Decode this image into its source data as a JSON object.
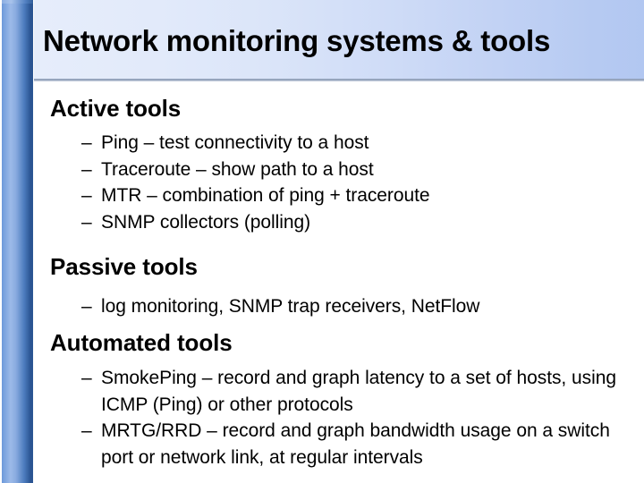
{
  "slide": {
    "title": "Network monitoring systems & tools",
    "accent_colors": {
      "bar_light": "#9cbae8",
      "bar_mid": "#6d99da",
      "bar_dark": "#2a5491",
      "banner_left": "#e6edfb",
      "banner_right": "#b2c7f1",
      "text": "#000000"
    },
    "sections": [
      {
        "heading": "Active tools",
        "bullet_glyph": "–",
        "items": [
          "Ping – test connectivity to a host",
          "Traceroute – show path to a host",
          "MTR – combination of ping + traceroute",
          "SNMP collectors (polling)"
        ]
      },
      {
        "heading": "Passive tools",
        "bullet_glyph": "–",
        "items": [
          "log monitoring, SNMP trap receivers, NetFlow"
        ]
      },
      {
        "heading": "Automated tools",
        "bullet_glyph": "–",
        "items": [
          "SmokePing – record and graph latency to a set of hosts, using ICMP (Ping) or other protocols",
          "MRTG/RRD – record and graph bandwidth usage on a switch port or network link, at regular intervals"
        ]
      }
    ]
  }
}
